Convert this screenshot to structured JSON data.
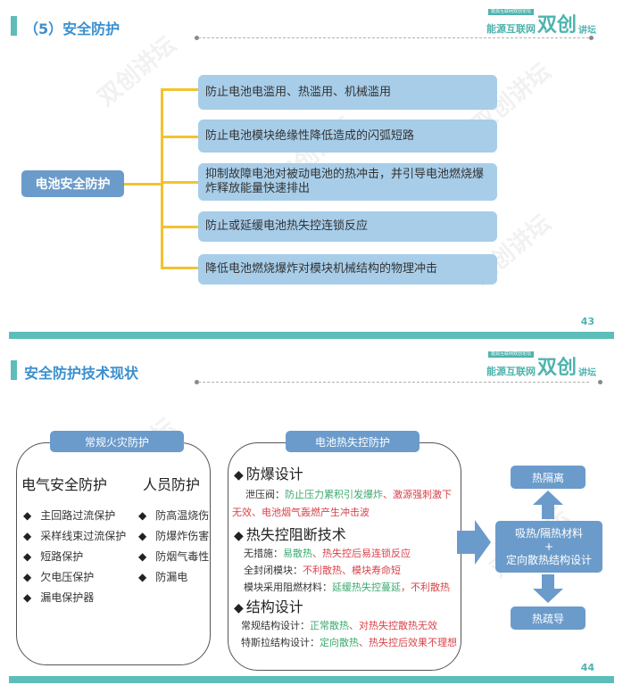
{
  "logo": {
    "small": "能源互联网双创论坛",
    "part1": "能源互联网",
    "part2": "双创",
    "part3": "讲坛"
  },
  "slide1": {
    "title": "（5）安全防护",
    "page_number": "43",
    "root": "电池安全防护",
    "items": [
      "防止电池电滥用、热滥用、机械滥用",
      "防止电池模块绝缘性降低造成的闪弧短路",
      "抑制故障电池对被动电池的热冲击，并引导电池燃烧爆炸释放能量快速排出",
      "防止或延缓电池热失控连锁反应",
      "降低电池燃烧爆炸对模块机械结构的物理冲击"
    ],
    "connector_color": "#f2c330",
    "box_color": "#a7cde9",
    "root_color": "#6b9bcb"
  },
  "slide2": {
    "title": "安全防护技术现状",
    "page_number": "44",
    "left_panel": {
      "tab": "常规火灾防护",
      "col1_head": "电气安全防护",
      "col1_items": [
        "主回路过流保护",
        "采样线束过流保护",
        "短路保护",
        "欠电压保护",
        "漏电保护器"
      ],
      "col2_head": "人员防护",
      "col2_items": [
        "防高温烧伤",
        "防爆炸伤害",
        "防烟气毒性",
        "防漏电"
      ]
    },
    "middle_panel": {
      "tab": "电池热失控防护",
      "sections": [
        {
          "head": "防爆设计",
          "lines": [
            {
              "label": "泄压阀：",
              "pos": "防止压力累积引发爆炸",
              "sep": "、",
              "neg": "激源强刺激下无效、电池烟气轰燃产生冲击波"
            }
          ]
        },
        {
          "head": "热失控阻断技术",
          "lines": [
            {
              "label": "无措施：",
              "pos": "易散热",
              "sep": "、",
              "neg": "热失控后易连锁反应"
            },
            {
              "label": "全封闭模块：",
              "pos": "",
              "sep": "",
              "neg": "不利散热、模块寿命短"
            },
            {
              "label": "模块采用阻燃材料：",
              "pos": "延缓热失控蔓延",
              "sep": "，",
              "neg": "不利散热"
            }
          ]
        },
        {
          "head": "结构设计",
          "lines": [
            {
              "label": "常规结构设计：",
              "pos": "正常散热",
              "sep": "、",
              "neg": "对热失控散热无效"
            },
            {
              "label": "特斯拉结构设计：",
              "pos": "定向散热",
              "sep": "、",
              "neg": "热失控后效果不理想"
            }
          ]
        }
      ]
    },
    "flow": {
      "top": "热隔离",
      "center_line1": "吸热/隔热材料",
      "center_plus": "+",
      "center_line2": "定向散热结构设计",
      "bottom": "热疏导"
    },
    "colors": {
      "positive": "#3caa70",
      "negative": "#d9434a",
      "accent": "#5dbdb9",
      "box": "#6b9bcb"
    }
  },
  "diamond": "◆"
}
